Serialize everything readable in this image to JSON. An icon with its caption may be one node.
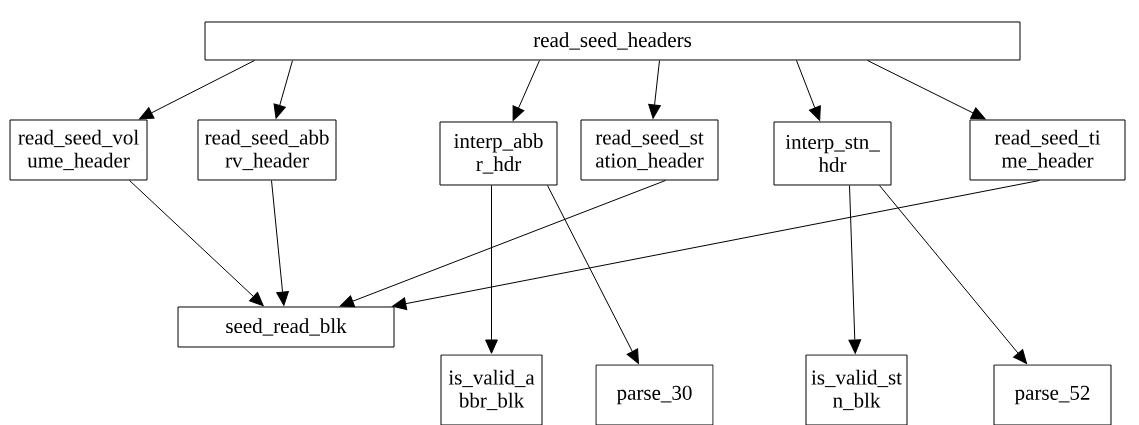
{
  "diagram": {
    "nodes": [
      {
        "text": [
          "read_seed_headers"
        ]
      },
      {
        "text": [
          "read_seed_vol ume_header"
        ]
      },
      {
        "text": [
          "read_seed_abb rv_header"
        ]
      },
      {
        "text": [
          "interp_abb r_hdr"
        ]
      },
      {
        "text": [
          "read_seed_st ation_header"
        ]
      },
      {
        "text": [
          "interp_stn_ hdr"
        ]
      },
      {
        "text": [
          "read_seed_ti me_header"
        ]
      },
      {
        "text": [
          "seed_read_blk"
        ]
      },
      {
        "text": [
          "is_valid_a bbr_blk"
        ]
      },
      {
        "text": [
          "parse_30"
        ]
      },
      {
        "text": [
          "is_valid_st n_blk"
        ]
      },
      {
        "text": [
          "parse_52"
        ]
      }
    ],
    "edges": [
      {
        "from": 0,
        "to": 1,
        "arrow": "to"
      },
      {
        "from": 0,
        "to": 2,
        "arrow": "to"
      },
      {
        "from": 0,
        "to": 3,
        "arrow": "to"
      },
      {
        "from": 0,
        "to": 4,
        "arrow": "to"
      },
      {
        "from": 0,
        "to": 5,
        "arrow": "to"
      },
      {
        "from": 0,
        "to": 6,
        "arrow": "to"
      },
      {
        "from": 1,
        "to": 7,
        "arrow": "to"
      },
      {
        "from": 2,
        "to": 7,
        "arrow": "to"
      },
      {
        "from": 4,
        "to": 7,
        "arrow": "to"
      },
      {
        "from": 6,
        "to": 7,
        "arrow": "to"
      },
      {
        "from": 3,
        "to": 8,
        "arrow": "to"
      },
      {
        "from": 3,
        "to": 9,
        "arrow": "to"
      },
      {
        "from": 5,
        "to": 10,
        "arrow": "to"
      },
      {
        "from": 5,
        "to": 11,
        "arrow": "to"
      }
    ]
  }
}
